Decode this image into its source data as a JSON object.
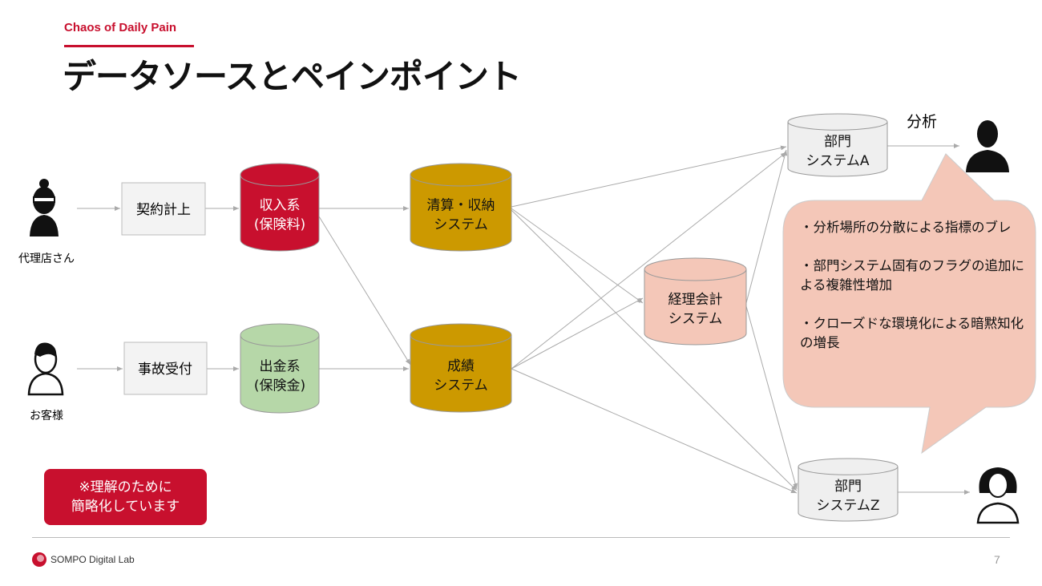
{
  "header": {
    "subtitle": "Chaos of Daily Pain",
    "title": "データソースとペインポイント"
  },
  "actors": {
    "agent": "代理店さん",
    "customer": "お客様"
  },
  "process": {
    "contract": "契約計上",
    "accident": "事故受付"
  },
  "databases": {
    "income": {
      "line1": "収入系",
      "line2": "(保険料)",
      "color": "#c8102e"
    },
    "payout": {
      "line1": "出金系",
      "line2": "(保険金)",
      "color": "#b6d7a8"
    },
    "settlement": {
      "line1": "清算・収納",
      "line2": "システム",
      "color": "#cc9900"
    },
    "performance": {
      "line1": "成績",
      "line2": "システム",
      "color": "#cc9900"
    },
    "accounting": {
      "line1": "経理会計",
      "line2": "システム",
      "color": "#f4c7b8"
    },
    "deptA": {
      "line1": "部門",
      "line2": "システムA",
      "color": "#efefef"
    },
    "deptZ": {
      "line1": "部門",
      "line2": "システムZ",
      "color": "#efefef"
    }
  },
  "analysis_label": "分析",
  "callout": {
    "items": [
      "・分析場所の分散による指標のブレ",
      "・部門システム固有のフラグの追加による複雑性増加",
      "・クローズドな環境化による暗黙知化の増長"
    ],
    "color": "#f4c7b8"
  },
  "note": {
    "line1": "※理解のために",
    "line2": "簡略化しています"
  },
  "footer": {
    "brand": "SOMPO Digital Lab",
    "page": "7"
  }
}
